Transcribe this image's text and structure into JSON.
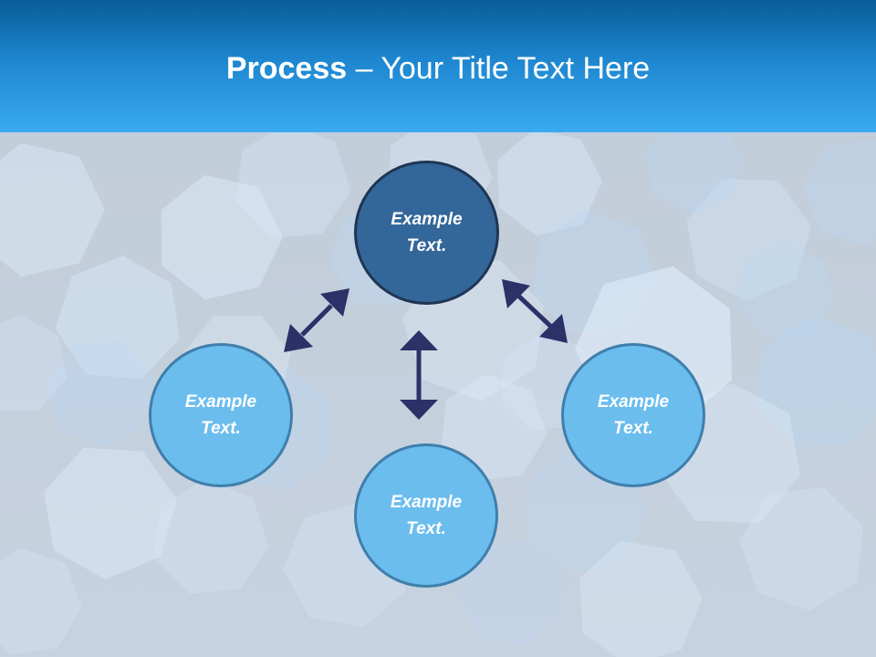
{
  "slide": {
    "title_bold": "Process",
    "title_rest": " – Your Title Text Here"
  },
  "diagram": {
    "nodes": {
      "top": "Example Text.",
      "left": "Example Text.",
      "right": "Example Text.",
      "bottom": "Example Text."
    }
  },
  "colors": {
    "header_top": "#0a5c97",
    "header_bottom": "#3aaaf0",
    "top_node_fill": "#336699",
    "top_node_border": "#1f3553",
    "node_fill": "#6bbdee",
    "node_border": "#3f7fab",
    "arrow": "#2c3168"
  }
}
